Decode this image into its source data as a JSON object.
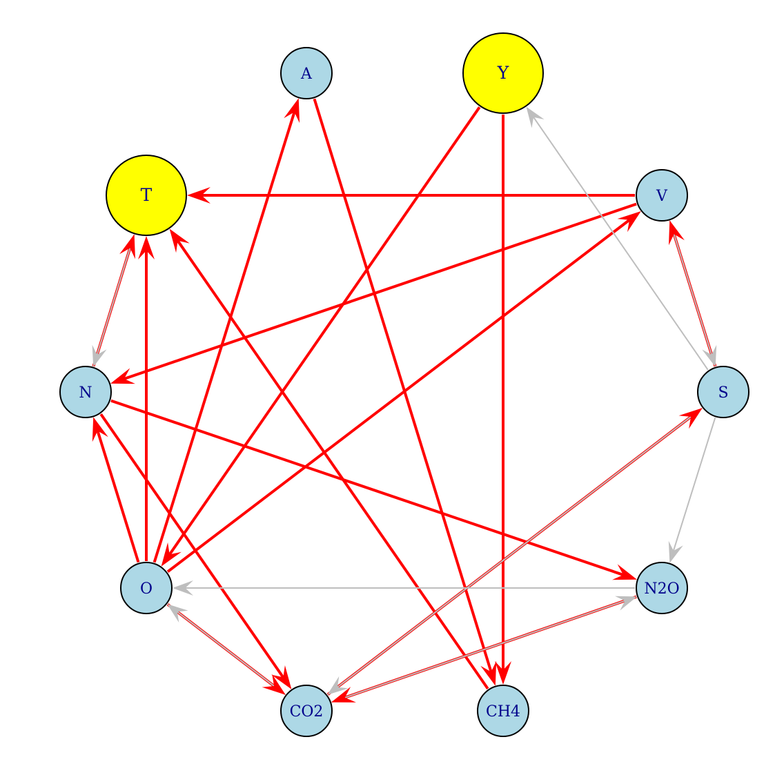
{
  "diagram": {
    "type": "directed-network",
    "nodes": [
      {
        "id": "A",
        "label": "A",
        "fill": "#add8e6",
        "size": "small"
      },
      {
        "id": "Y",
        "label": "Y",
        "fill": "#ffff00",
        "size": "large"
      },
      {
        "id": "T",
        "label": "T",
        "fill": "#ffff00",
        "size": "large"
      },
      {
        "id": "V",
        "label": "V",
        "fill": "#add8e6",
        "size": "small"
      },
      {
        "id": "N",
        "label": "N",
        "fill": "#add8e6",
        "size": "small"
      },
      {
        "id": "S",
        "label": "S",
        "fill": "#add8e6",
        "size": "small"
      },
      {
        "id": "O",
        "label": "O",
        "fill": "#add8e6",
        "size": "small"
      },
      {
        "id": "N2O",
        "label": "N2O",
        "fill": "#add8e6",
        "size": "small"
      },
      {
        "id": "CO2",
        "label": "CO2",
        "fill": "#add8e6",
        "size": "small"
      },
      {
        "id": "CH4",
        "label": "CH4",
        "fill": "#add8e6",
        "size": "small"
      }
    ],
    "edges": [
      {
        "from": "V",
        "to": "T",
        "color": "red"
      },
      {
        "from": "O",
        "to": "T",
        "color": "red"
      },
      {
        "from": "N",
        "to": "T",
        "color": "red"
      },
      {
        "from": "CH4",
        "to": "T",
        "color": "red"
      },
      {
        "from": "T",
        "to": "N",
        "color": "grey"
      },
      {
        "from": "O",
        "to": "A",
        "color": "red"
      },
      {
        "from": "A",
        "to": "CH4",
        "color": "red"
      },
      {
        "from": "Y",
        "to": "O",
        "color": "red"
      },
      {
        "from": "Y",
        "to": "CH4",
        "color": "red"
      },
      {
        "from": "V",
        "to": "N",
        "color": "red"
      },
      {
        "from": "O",
        "to": "V",
        "color": "red"
      },
      {
        "from": "S",
        "to": "V",
        "color": "red"
      },
      {
        "from": "V",
        "to": "S",
        "color": "grey"
      },
      {
        "from": "S",
        "to": "Y",
        "color": "grey"
      },
      {
        "from": "S",
        "to": "N2O",
        "color": "grey"
      },
      {
        "from": "CO2",
        "to": "S",
        "color": "red"
      },
      {
        "from": "O",
        "to": "N",
        "color": "red"
      },
      {
        "from": "N",
        "to": "CO2",
        "color": "red"
      },
      {
        "from": "N",
        "to": "N2O",
        "color": "red"
      },
      {
        "from": "N2O",
        "to": "O",
        "color": "grey"
      },
      {
        "from": "N2O",
        "to": "CO2",
        "color": "red"
      },
      {
        "from": "CO2",
        "to": "N2O",
        "color": "grey"
      },
      {
        "from": "O",
        "to": "CO2",
        "color": "red"
      },
      {
        "from": "CO2",
        "to": "O",
        "color": "grey"
      },
      {
        "from": "S",
        "to": "CO2",
        "color": "grey"
      }
    ],
    "colors": {
      "red": "#ff0000",
      "grey": "#bebebe",
      "stroke": "#000000",
      "label": "#00008b"
    }
  }
}
